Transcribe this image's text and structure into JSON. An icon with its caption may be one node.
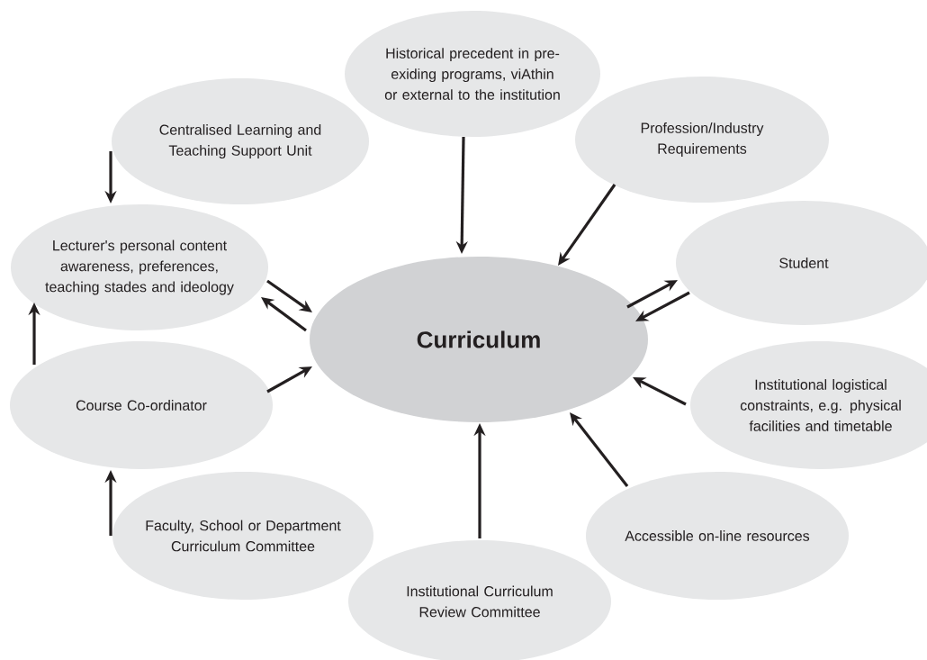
{
  "diagram": {
    "nodes": [
      {
        "text": [
          "Curriculum"
        ]
      },
      {
        "text": [
          "Historical precedent in pre-exiding programs, viAthin or external to the institution"
        ]
      },
      {
        "text": [
          "Centralised Learning and Teaching Support Unit"
        ]
      },
      {
        "text": [
          "Profession/Industry Requirements"
        ]
      },
      {
        "text": [
          "Lecturer's personal content awareness, preferences, teaching stades and ideology"
        ]
      },
      {
        "text": [
          "Student"
        ]
      },
      {
        "text": [
          "Course Co-ordinator"
        ]
      },
      {
        "text": [
          "Institutional logistical constraints, e.g. physical facilities and timetable"
        ]
      },
      {
        "text": [
          "Faculty, School or Department Curriculum Committee"
        ]
      },
      {
        "text": [
          "Accessible on-line resources"
        ]
      },
      {
        "text": [
          "Institutional Curriculum Review Committee"
        ]
      }
    ],
    "edges": [
      {
        "from": 2,
        "to": 4,
        "arrow": "to"
      },
      {
        "from": 1,
        "to": 0,
        "arrow": "to"
      },
      {
        "from": 3,
        "to": 0,
        "arrow": "to"
      },
      {
        "from": 4,
        "to": 0,
        "arrow": "to"
      },
      {
        "from": 0,
        "to": 4,
        "arrow": "to"
      },
      {
        "from": 0,
        "to": 5,
        "arrow": "to"
      },
      {
        "from": 5,
        "to": 0,
        "arrow": "to"
      },
      {
        "from": 6,
        "to": 4,
        "arrow": "to"
      },
      {
        "from": 6,
        "to": 0,
        "arrow": "to"
      },
      {
        "from": 7,
        "to": 0,
        "arrow": "to"
      },
      {
        "from": 8,
        "to": 6,
        "arrow": "to"
      },
      {
        "from": 10,
        "to": 0,
        "arrow": "to"
      },
      {
        "from": 9,
        "to": 0,
        "arrow": "to"
      }
    ]
  }
}
